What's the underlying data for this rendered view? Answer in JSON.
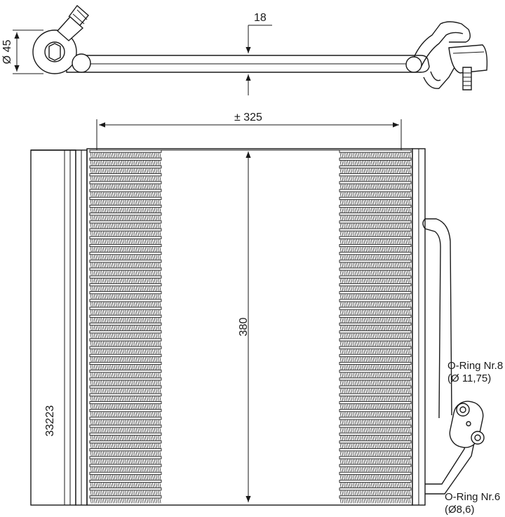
{
  "drawing": {
    "side_view": {
      "diameter_label": "Ø 45",
      "offset_label": "18"
    },
    "front_view": {
      "width_label": "± 325",
      "height_label": "380",
      "part_number": "33223"
    },
    "callouts": {
      "oring_top_line1": "O-Ring Nr.8",
      "oring_top_line2": "(Ø 11,75)",
      "oring_bottom_line1": "O-Ring Nr.6",
      "oring_bottom_line2": "(Ø8,6)"
    }
  }
}
